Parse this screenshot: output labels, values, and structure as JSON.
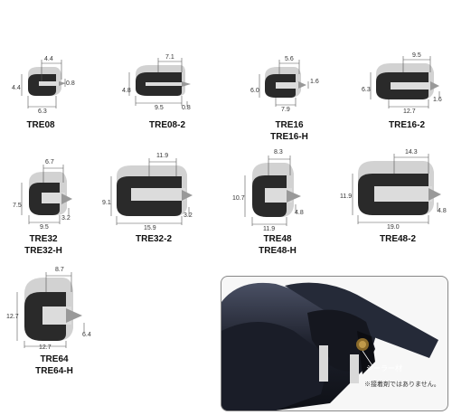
{
  "products": [
    {
      "id": "TRE08",
      "names": [
        "TRE08"
      ],
      "dims": [
        "4.4",
        "0.8",
        "4.4",
        "6.3"
      ]
    },
    {
      "id": "TRE08-2",
      "names": [
        "TRE08-2"
      ],
      "dims": [
        "7.1",
        "4.8",
        "9.5",
        "0.8"
      ]
    },
    {
      "id": "TRE16",
      "names": [
        "TRE16",
        "TRE16-H"
      ],
      "dims": [
        "5.6",
        "1.6",
        "6.0",
        "7.9"
      ]
    },
    {
      "id": "TRE16-2",
      "names": [
        "TRE16-2"
      ],
      "dims": [
        "9.5",
        "6.3",
        "1.6",
        "12.7"
      ]
    },
    {
      "id": "TRE32",
      "names": [
        "TRE32",
        "TRE32-H"
      ],
      "dims": [
        "6.7",
        "7.5",
        "9.5",
        "3.2"
      ]
    },
    {
      "id": "TRE32-2",
      "names": [
        "TRE32-2"
      ],
      "dims": [
        "11.9",
        "9.1",
        "15.9",
        "3.2"
      ]
    },
    {
      "id": "TRE48",
      "names": [
        "TRE48",
        "TRE48-H"
      ],
      "dims": [
        "8.3",
        "10.7",
        "11.9",
        "4.8"
      ]
    },
    {
      "id": "TRE48-2",
      "names": [
        "TRE48-2"
      ],
      "dims": [
        "14.3",
        "11.9",
        "19.0",
        "4.8"
      ]
    },
    {
      "id": "TRE64",
      "names": [
        "TRE64",
        "TRE64-H"
      ],
      "dims": [
        "8.7",
        "12.7",
        "12.7",
        "6.4"
      ]
    }
  ],
  "photo": {
    "sealer_label": "シーラー材",
    "note": "※接着剤ではありません。"
  },
  "colors": {
    "profile_dark": "#2b2b2b",
    "profile_light": "#cfcfcf",
    "photo_rubber": "#1c1f2a",
    "dimension_line": "#555555"
  }
}
